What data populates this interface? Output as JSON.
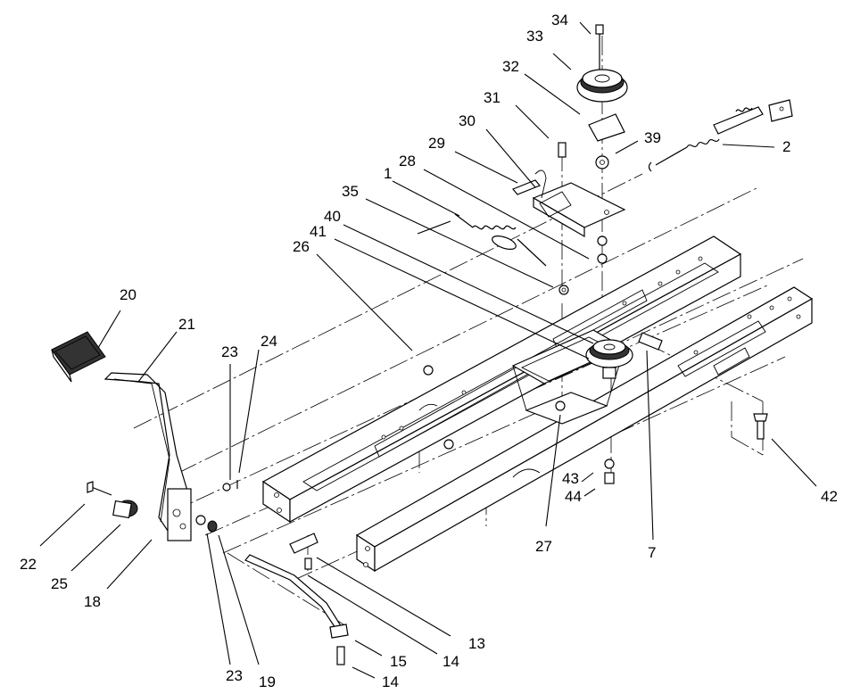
{
  "diagram": {
    "callouts": [
      {
        "id": "c34",
        "label": "34"
      },
      {
        "id": "c33",
        "label": "33"
      },
      {
        "id": "c32",
        "label": "32"
      },
      {
        "id": "c31",
        "label": "31"
      },
      {
        "id": "c30",
        "label": "30"
      },
      {
        "id": "c39",
        "label": "39"
      },
      {
        "id": "c2",
        "label": "2"
      },
      {
        "id": "c29",
        "label": "29"
      },
      {
        "id": "c28",
        "label": "28"
      },
      {
        "id": "c1",
        "label": "1"
      },
      {
        "id": "c35",
        "label": "35"
      },
      {
        "id": "c40",
        "label": "40"
      },
      {
        "id": "c41",
        "label": "41"
      },
      {
        "id": "c26",
        "label": "26"
      },
      {
        "id": "c20",
        "label": "20"
      },
      {
        "id": "c21",
        "label": "21"
      },
      {
        "id": "c23a",
        "label": "23"
      },
      {
        "id": "c24",
        "label": "24"
      },
      {
        "id": "c43",
        "label": "43"
      },
      {
        "id": "c44",
        "label": "44"
      },
      {
        "id": "c42",
        "label": "42"
      },
      {
        "id": "c27",
        "label": "27"
      },
      {
        "id": "c7",
        "label": "7"
      },
      {
        "id": "c22",
        "label": "22"
      },
      {
        "id": "c25",
        "label": "25"
      },
      {
        "id": "c18",
        "label": "18"
      },
      {
        "id": "c13",
        "label": "13"
      },
      {
        "id": "c14a",
        "label": "14"
      },
      {
        "id": "c15",
        "label": "15"
      },
      {
        "id": "c14b",
        "label": "14"
      },
      {
        "id": "c23b",
        "label": "23"
      },
      {
        "id": "c19",
        "label": "19"
      }
    ]
  }
}
